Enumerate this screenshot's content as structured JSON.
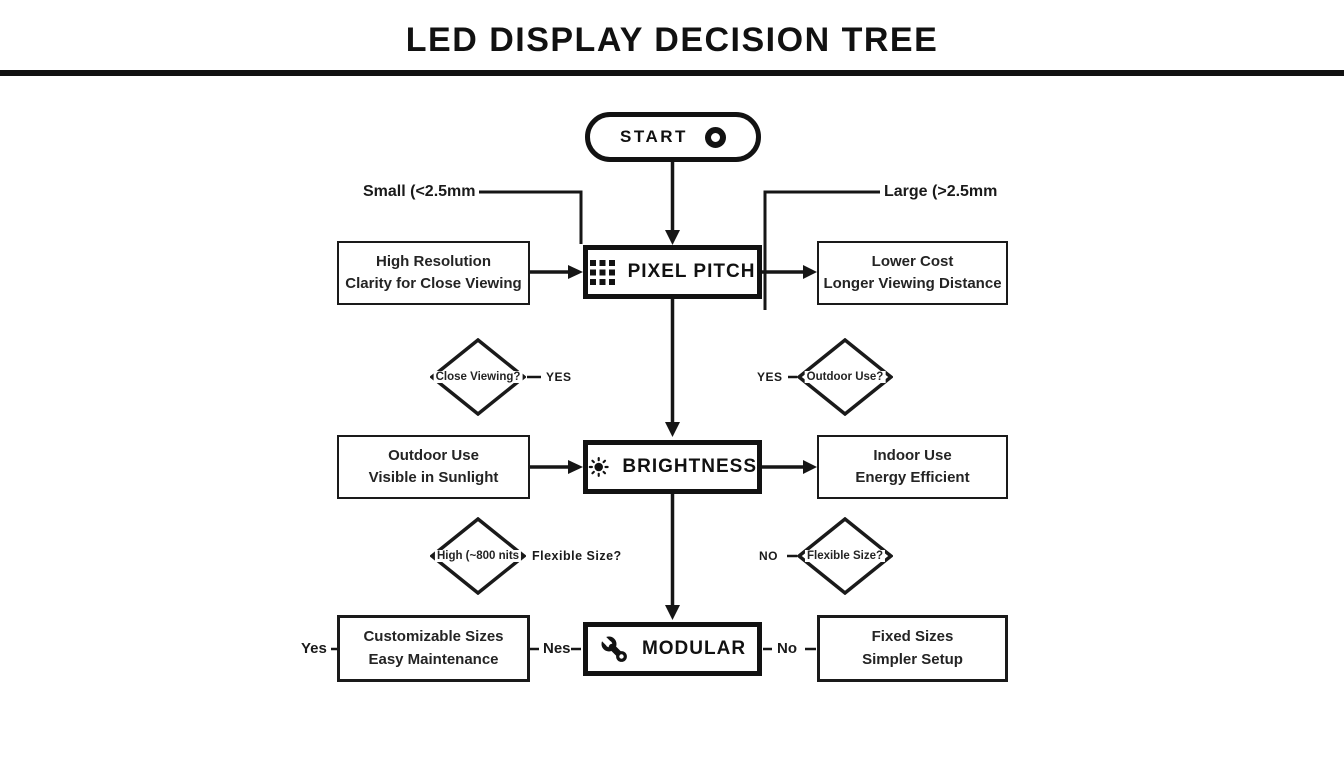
{
  "title": "LED DISPLAY DECISION TREE",
  "start": {
    "label": "START",
    "icon": "circle-ring"
  },
  "branch_labels": {
    "left": "Small (<2.5mm",
    "right": "Large (>2.5mm"
  },
  "nodes": {
    "pixel_pitch": {
      "label": "PIXEL PITCH",
      "icon": "pixel-grid"
    },
    "brightness": {
      "label": "BRIGHTNESS",
      "icon": "sun"
    },
    "modular": {
      "label": "MODULAR",
      "icon": "wrench"
    }
  },
  "side_boxes": {
    "high_resolution": {
      "line1": "High Resolution",
      "line2": "Clarity for Close Viewing"
    },
    "lower_cost": {
      "line1": "Lower Cost",
      "line2": "Longer Viewing Distance"
    },
    "outdoor_use": {
      "line1": "Outdoor Use",
      "line2": "Visible in Sunlight"
    },
    "indoor_use": {
      "line1": "Indoor Use",
      "line2": "Energy Efficient"
    },
    "customizable": {
      "line1": "Customizable Sizes",
      "line2": "Easy Maintenance"
    },
    "fixed": {
      "line1": "Fixed Sizes",
      "line2": "Simpler Setup"
    }
  },
  "decisions": {
    "close_viewing": {
      "label": "Close Viewing?",
      "answer": "YES"
    },
    "outdoor": {
      "label": "Outdoor Use?",
      "answer": "YES"
    },
    "high_nits": {
      "label": "High (~800 nits",
      "answer": "Flexible Size?"
    },
    "flexible": {
      "label": "Flexible Size?",
      "answer": "NO"
    }
  },
  "edge_labels": {
    "yes": "Yes",
    "nes": "Nes",
    "no": "No"
  },
  "colors": {
    "ink": "#161616",
    "background": "#ffffff"
  }
}
